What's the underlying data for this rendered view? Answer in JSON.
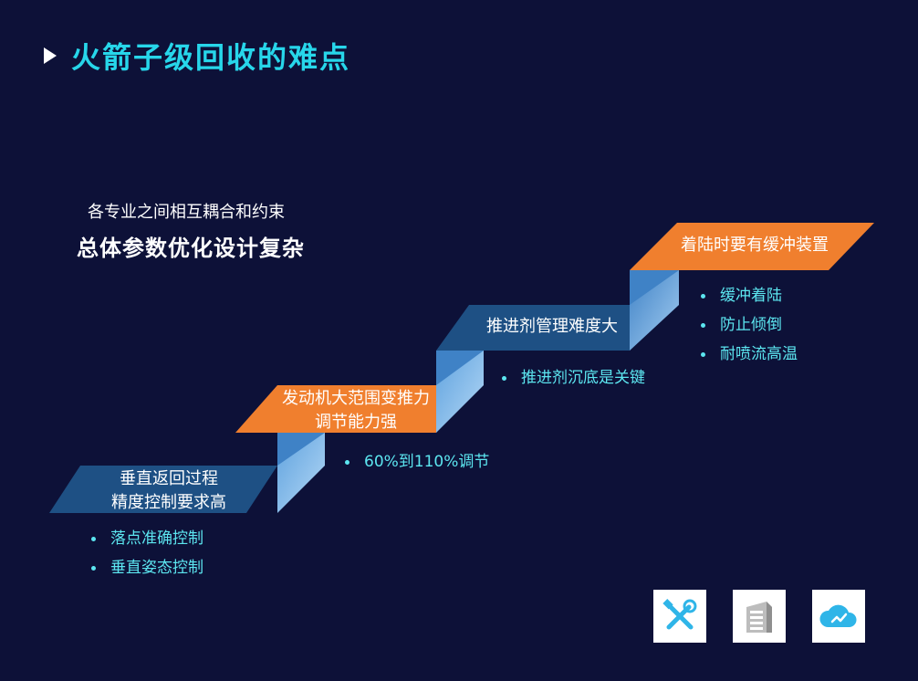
{
  "title": "火箭子级回收的难点",
  "intro": {
    "small": "各专业之间相互耦合和约束",
    "big": "总体参数优化设计复杂"
  },
  "steps": [
    {
      "line1": "垂直返回过程",
      "line2": "精度控制要求高",
      "bullets": [
        "落点准确控制",
        "垂直姿态控制"
      ]
    },
    {
      "line1": "发动机大范围变推力",
      "line2": "调节能力强",
      "bullets": [
        "60%到110%调节"
      ]
    },
    {
      "line1": "推进剂管理难度大",
      "bullets": [
        "推进剂沉底是关键"
      ]
    },
    {
      "line1": "着陆时要有缓冲装置",
      "bullets": [
        "缓冲着陆",
        "防止倾倒",
        "耐喷流高温"
      ]
    }
  ],
  "icons": [
    "tools-icon",
    "building-icon",
    "cloud-icon"
  ],
  "colors": {
    "background": "#0d1138",
    "title": "#27d6ea",
    "bullet": "#5ce6f0",
    "orange": "#f07f2e",
    "blue_dark": "#1e5084",
    "blue_mid": "#4d8fce",
    "blue_light": "#a4cdf1"
  }
}
